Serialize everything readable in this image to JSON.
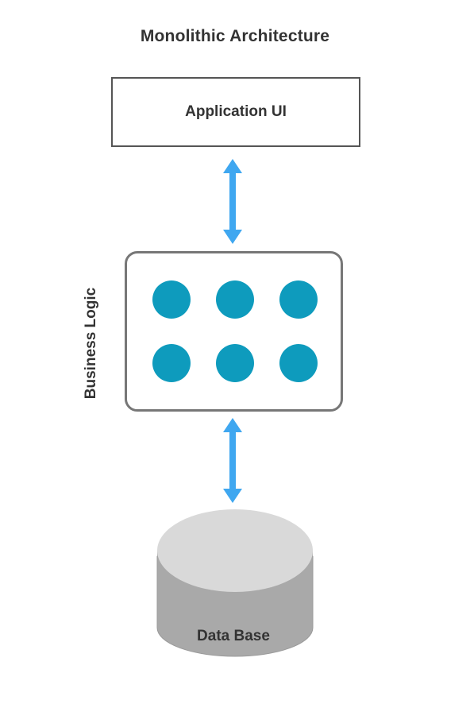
{
  "diagram": {
    "title": "Monolithic Architecture",
    "app_ui": {
      "label": "Application UI"
    },
    "business_logic": {
      "label": "Business Logic",
      "modules": 6
    },
    "database": {
      "label": "Data Base"
    }
  },
  "colors": {
    "arrow": "#3fa7f0",
    "module_dot": "#0e9bbd",
    "box_border": "#555555",
    "logic_border": "#777777",
    "db_top": "#d9d9d9",
    "db_side": "#a9a9a9"
  },
  "icons": {
    "connector": "double-headed-arrow",
    "database": "cylinder"
  }
}
